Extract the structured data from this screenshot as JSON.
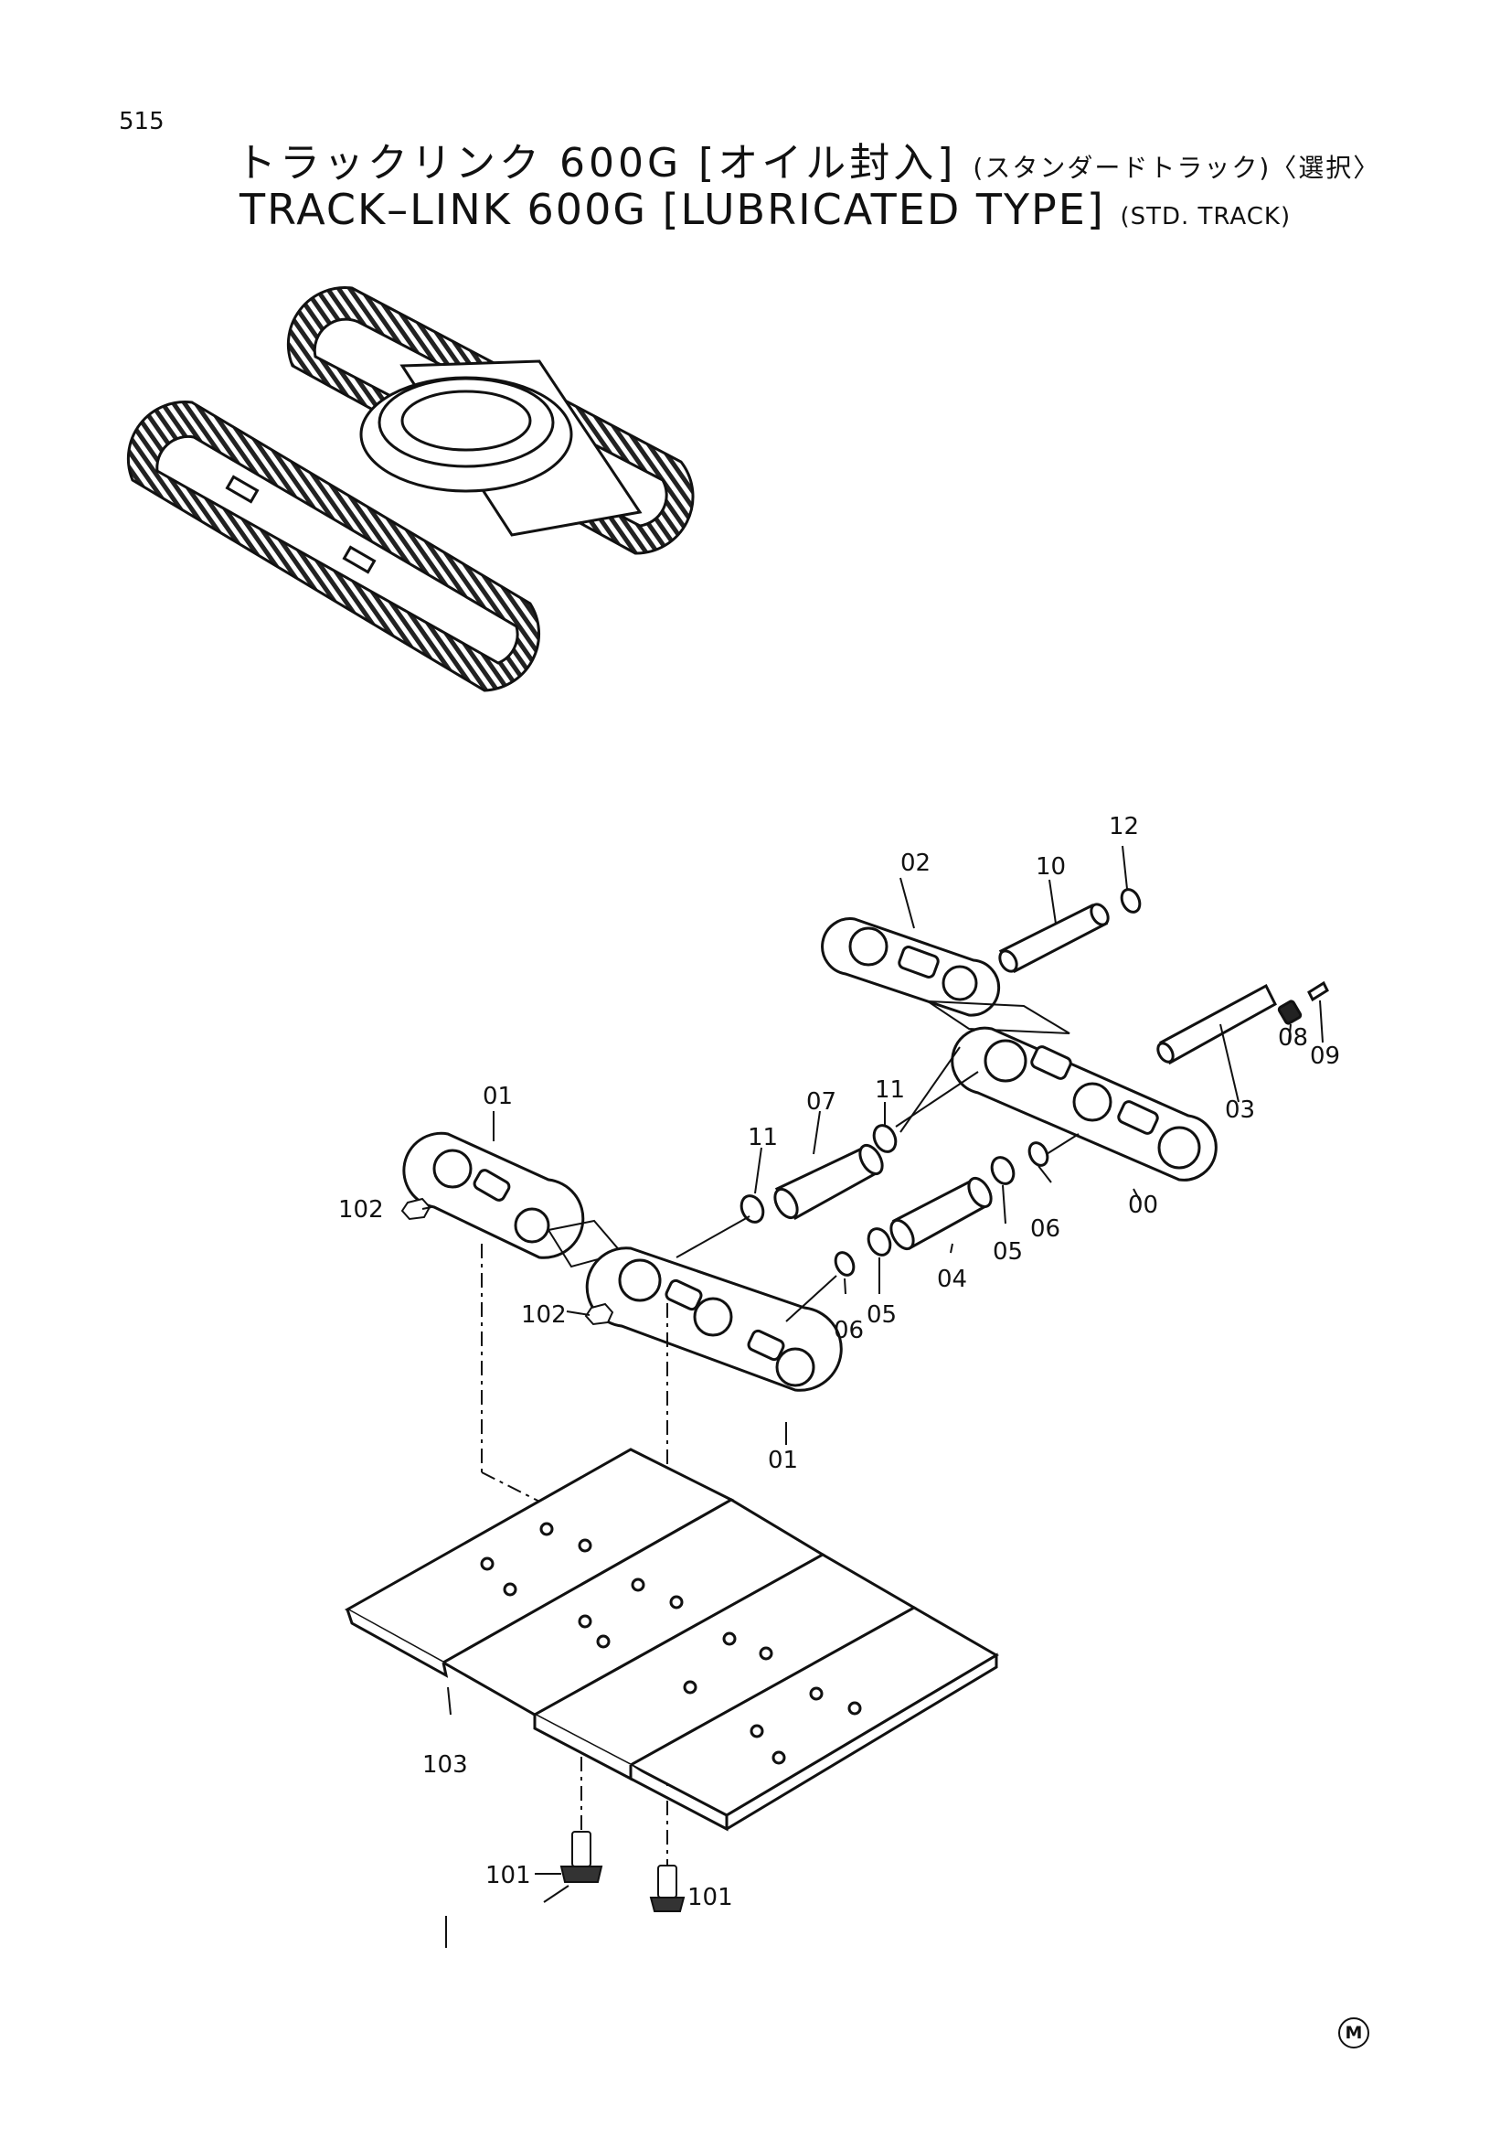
{
  "page_number": "515",
  "title_jp": {
    "main": "トラックリンク 600G [オイル封入]",
    "suffix": "(スタンダードトラック)〈選択〉"
  },
  "title_en": {
    "main": "TRACK–LINK 600G [LUBRICATED TYPE]",
    "suffix": "(STD. TRACK)"
  },
  "callouts": [
    "00",
    "01",
    "01",
    "02",
    "03",
    "04",
    "05",
    "05",
    "06",
    "06",
    "07",
    "08",
    "09",
    "10",
    "11",
    "11",
    "12",
    "101",
    "101",
    "102",
    "102",
    "103"
  ],
  "mark": "M",
  "colors": {
    "ink": "#111111",
    "paper": "#ffffff"
  }
}
